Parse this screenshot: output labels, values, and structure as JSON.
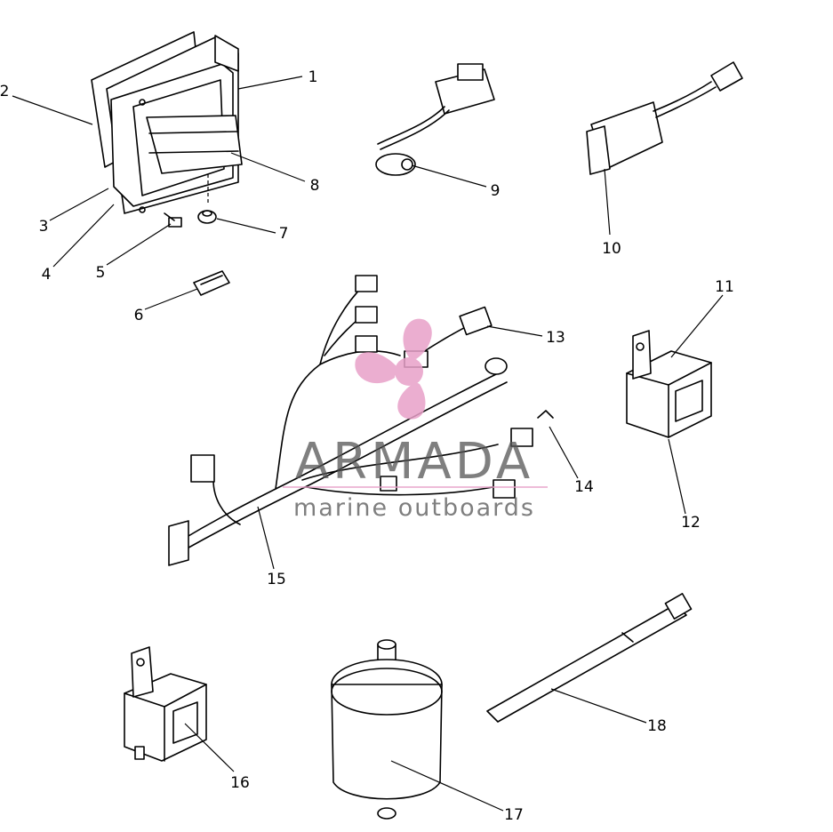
{
  "watermark": {
    "brand": "ARMADA",
    "tagline": "marine outboards",
    "brand_color": "#555555",
    "logo_color": "#e8a0c8"
  },
  "callouts": [
    "1",
    "2",
    "3",
    "4",
    "5",
    "6",
    "7",
    "8",
    "9",
    "10",
    "11",
    "12",
    "13",
    "14",
    "15",
    "16",
    "17",
    "18"
  ]
}
